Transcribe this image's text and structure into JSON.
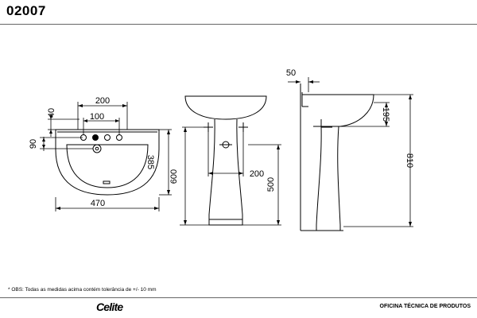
{
  "header": {
    "code": "02007"
  },
  "dimensions": {
    "front_top_width": "200",
    "front_hole_spacing": "100",
    "front_top_offset": "40",
    "front_hole_height": "90",
    "front_basin_height": "385",
    "front_overall_width": "470",
    "side_height_600": "600",
    "side_pedestal_width": "200",
    "side_height_500": "500",
    "profile_wall_gap": "50",
    "profile_rim_height": "195",
    "profile_total_height": "810"
  },
  "footer": {
    "note": "* OBS: Todas as medidas acima contém tolerância de +/- 10 mm",
    "brand": "Celite",
    "department": "OFICINA TÉCNICA DE PRODUTOS"
  }
}
